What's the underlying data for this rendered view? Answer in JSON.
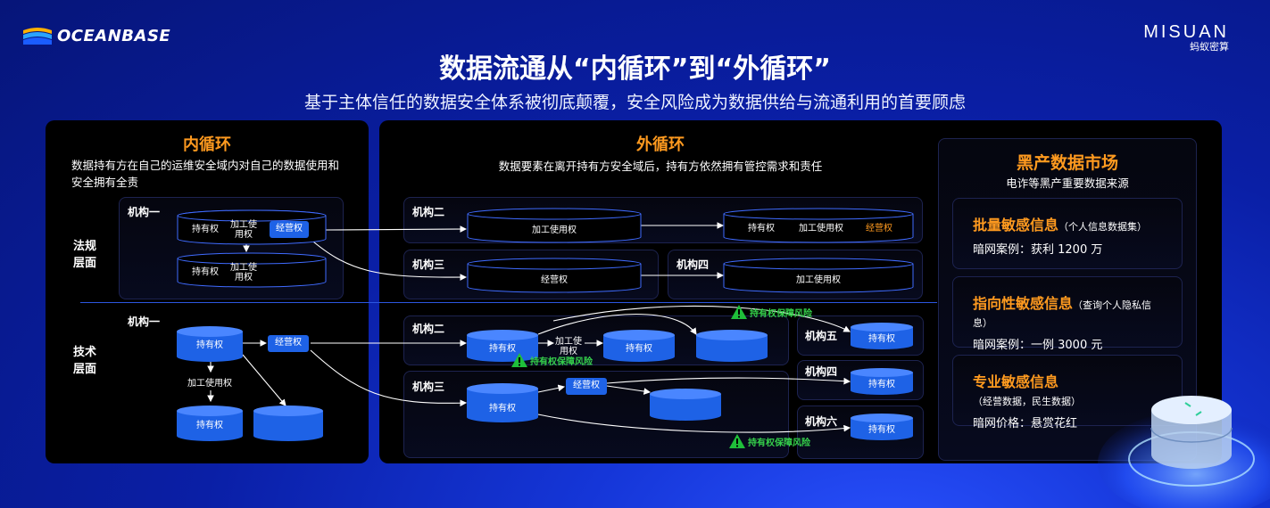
{
  "brand": {
    "left": "OCEANBASE",
    "right_top": "MISUAN",
    "right_bottom": "蚂蚁密算"
  },
  "title": "数据流通从“内循环”到“外循环”",
  "subtitle": "基于主体信任的数据安全体系被彻底颠覆，安全风险成为数据供给与流通利用的首要顾虑",
  "inner": {
    "title": "内循环",
    "desc": "数据持有方在自己的运维安全域内对自己的数据使用和安全拥有全责"
  },
  "outer": {
    "title": "外循环",
    "desc": "数据要素在离开持有方安全域后，持有方依然拥有管控需求和责任"
  },
  "rows": {
    "legal": "法规\n层面",
    "tech": "技术\n层面"
  },
  "orgs": {
    "o1": "机构一",
    "o2": "机构二",
    "o3": "机构三",
    "o4": "机构四",
    "o5": "机构五",
    "o6": "机构六"
  },
  "rights": {
    "hold": "持有权",
    "process": "加工使用权",
    "operate": "经营权",
    "process_wrap": "加工使\n用权",
    "process_wrap2": "加工使用\n权"
  },
  "risk": "持有权保障风险",
  "market": {
    "title": "黑产数据市场",
    "desc": "电诈等黑产重要数据来源",
    "items": [
      {
        "name": "批量敏感信息",
        "note": "（个人信息数据集）",
        "case": "暗网案例：获利 1200 万"
      },
      {
        "name": "指向性敏感信息",
        "note": "（查询个人隐私信息）",
        "case": "暗网案例：一例 3000 元"
      },
      {
        "name": "专业敏感信息",
        "note": "（经营数据，民生数据）",
        "case": "暗网价格：悬赏花红"
      }
    ]
  },
  "colors": {
    "accent": "#ff9a1f",
    "risk": "#35d04b",
    "blue": "#1e62e6",
    "bg": "#0a1fa6"
  }
}
